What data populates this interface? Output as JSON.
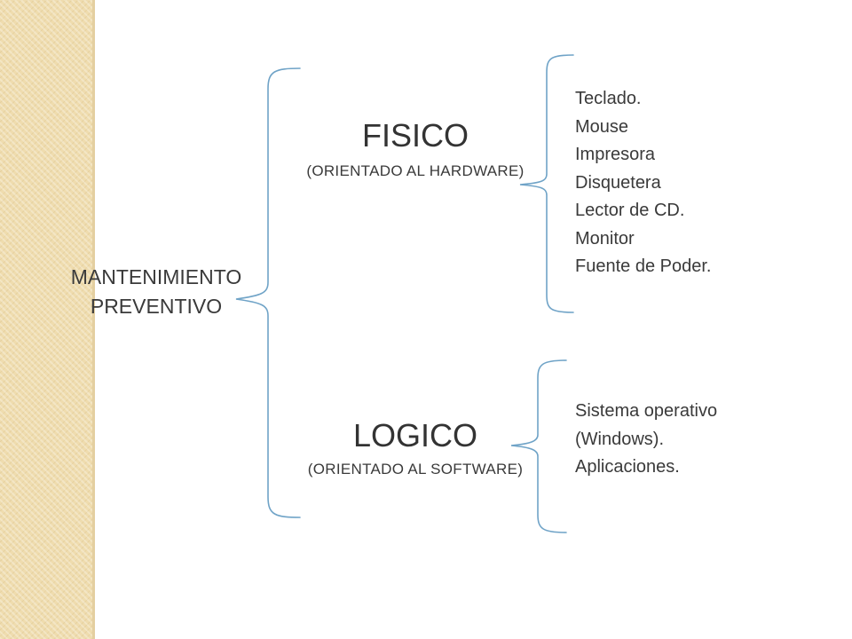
{
  "root": {
    "line1": "MANTENIMIENTO",
    "line2": "PREVENTIVO"
  },
  "branches": [
    {
      "title": "FISICO",
      "subtitle": "(ORIENTADO AL HARDWARE)",
      "items": [
        "Teclado.",
        "Mouse",
        "Impresora",
        "Disquetera",
        "Lector de CD.",
        "Monitor",
        "Fuente de Poder."
      ]
    },
    {
      "title": "LOGICO",
      "subtitle": "(ORIENTADO AL SOFTWARE)",
      "items": [
        "Sistema operativo",
        "(Windows).",
        "Aplicaciones."
      ]
    }
  ],
  "colors": {
    "bracket": "#6fa3c7",
    "strip": "#efdcae"
  }
}
